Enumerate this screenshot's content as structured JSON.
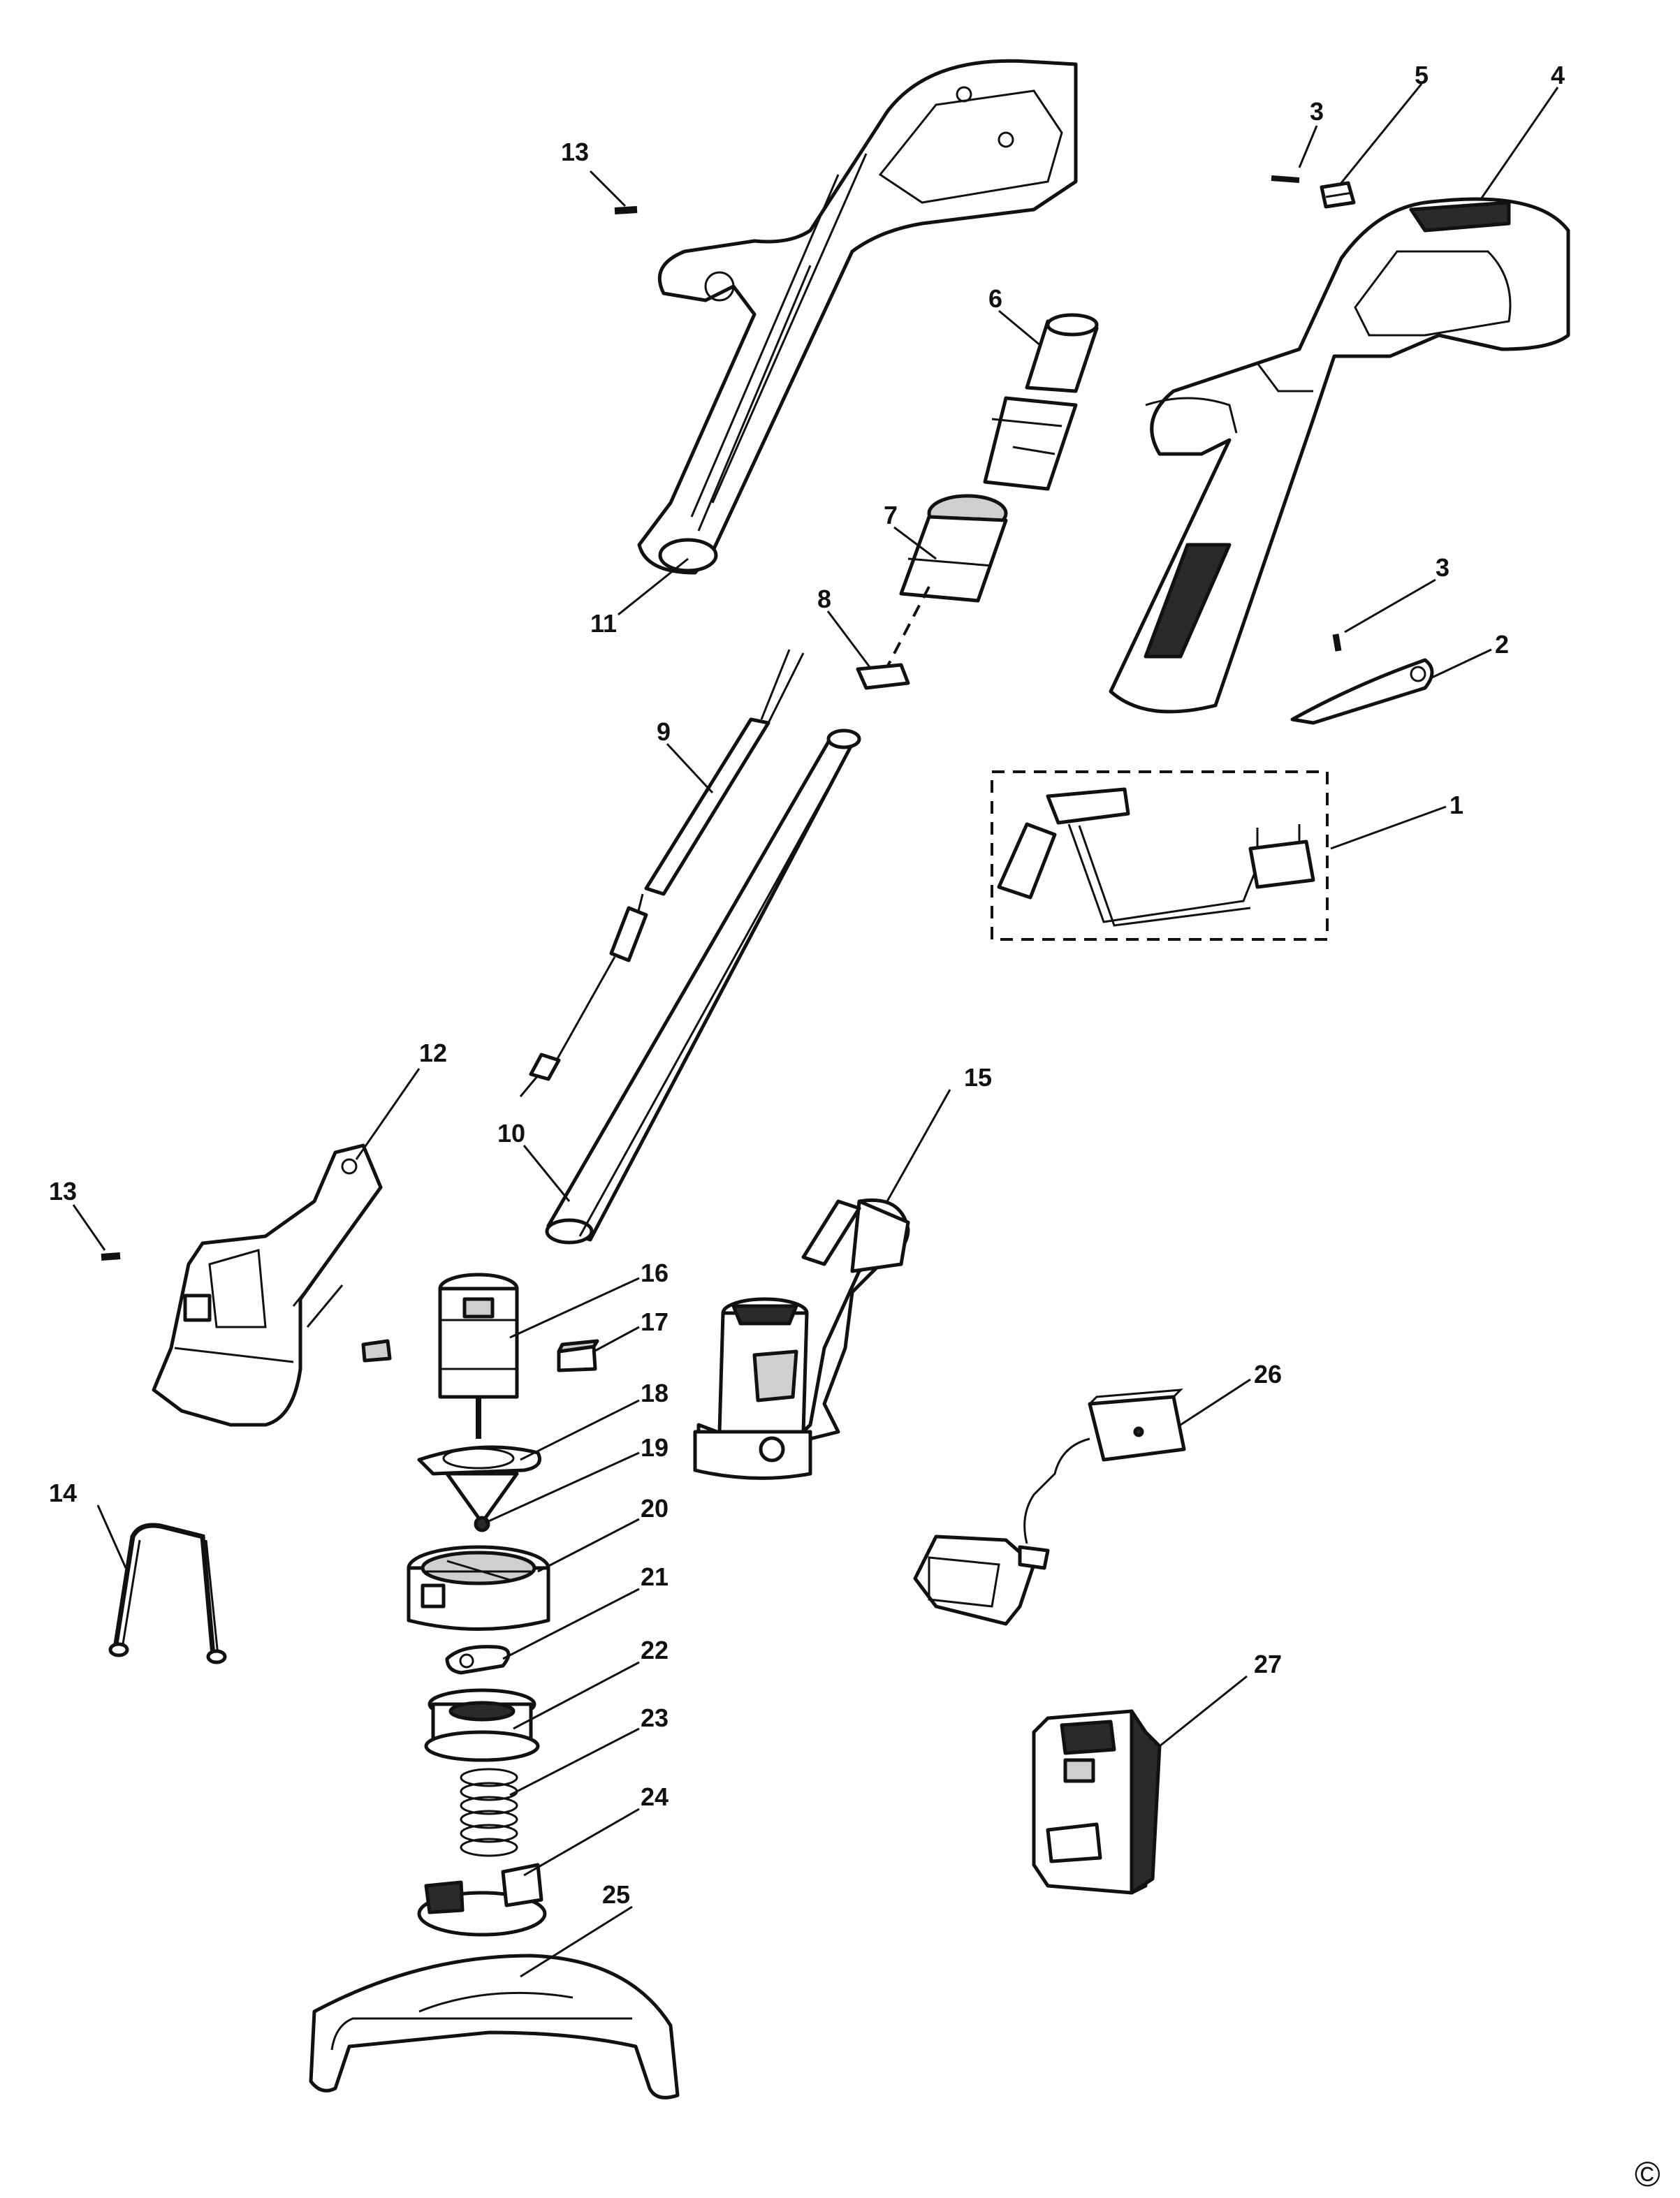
{
  "diagram": {
    "callouts": [
      {
        "id": "1",
        "label": "1"
      },
      {
        "id": "2",
        "label": "2"
      },
      {
        "id": "3a",
        "label": "3"
      },
      {
        "id": "3b",
        "label": "3"
      },
      {
        "id": "4",
        "label": "4"
      },
      {
        "id": "5",
        "label": "5"
      },
      {
        "id": "6",
        "label": "6"
      },
      {
        "id": "7",
        "label": "7"
      },
      {
        "id": "8",
        "label": "8"
      },
      {
        "id": "9",
        "label": "9"
      },
      {
        "id": "10",
        "label": "10"
      },
      {
        "id": "11",
        "label": "11"
      },
      {
        "id": "12",
        "label": "12"
      },
      {
        "id": "13a",
        "label": "13"
      },
      {
        "id": "13b",
        "label": "13"
      },
      {
        "id": "14",
        "label": "14"
      },
      {
        "id": "15",
        "label": "15"
      },
      {
        "id": "16",
        "label": "16"
      },
      {
        "id": "17",
        "label": "17"
      },
      {
        "id": "18",
        "label": "18"
      },
      {
        "id": "19",
        "label": "19"
      },
      {
        "id": "20",
        "label": "20"
      },
      {
        "id": "21",
        "label": "21"
      },
      {
        "id": "22",
        "label": "22"
      },
      {
        "id": "23",
        "label": "23"
      },
      {
        "id": "24",
        "label": "24"
      },
      {
        "id": "25",
        "label": "25"
      },
      {
        "id": "26",
        "label": "26"
      },
      {
        "id": "27",
        "label": "27"
      }
    ],
    "copyright_symbol": "©"
  }
}
